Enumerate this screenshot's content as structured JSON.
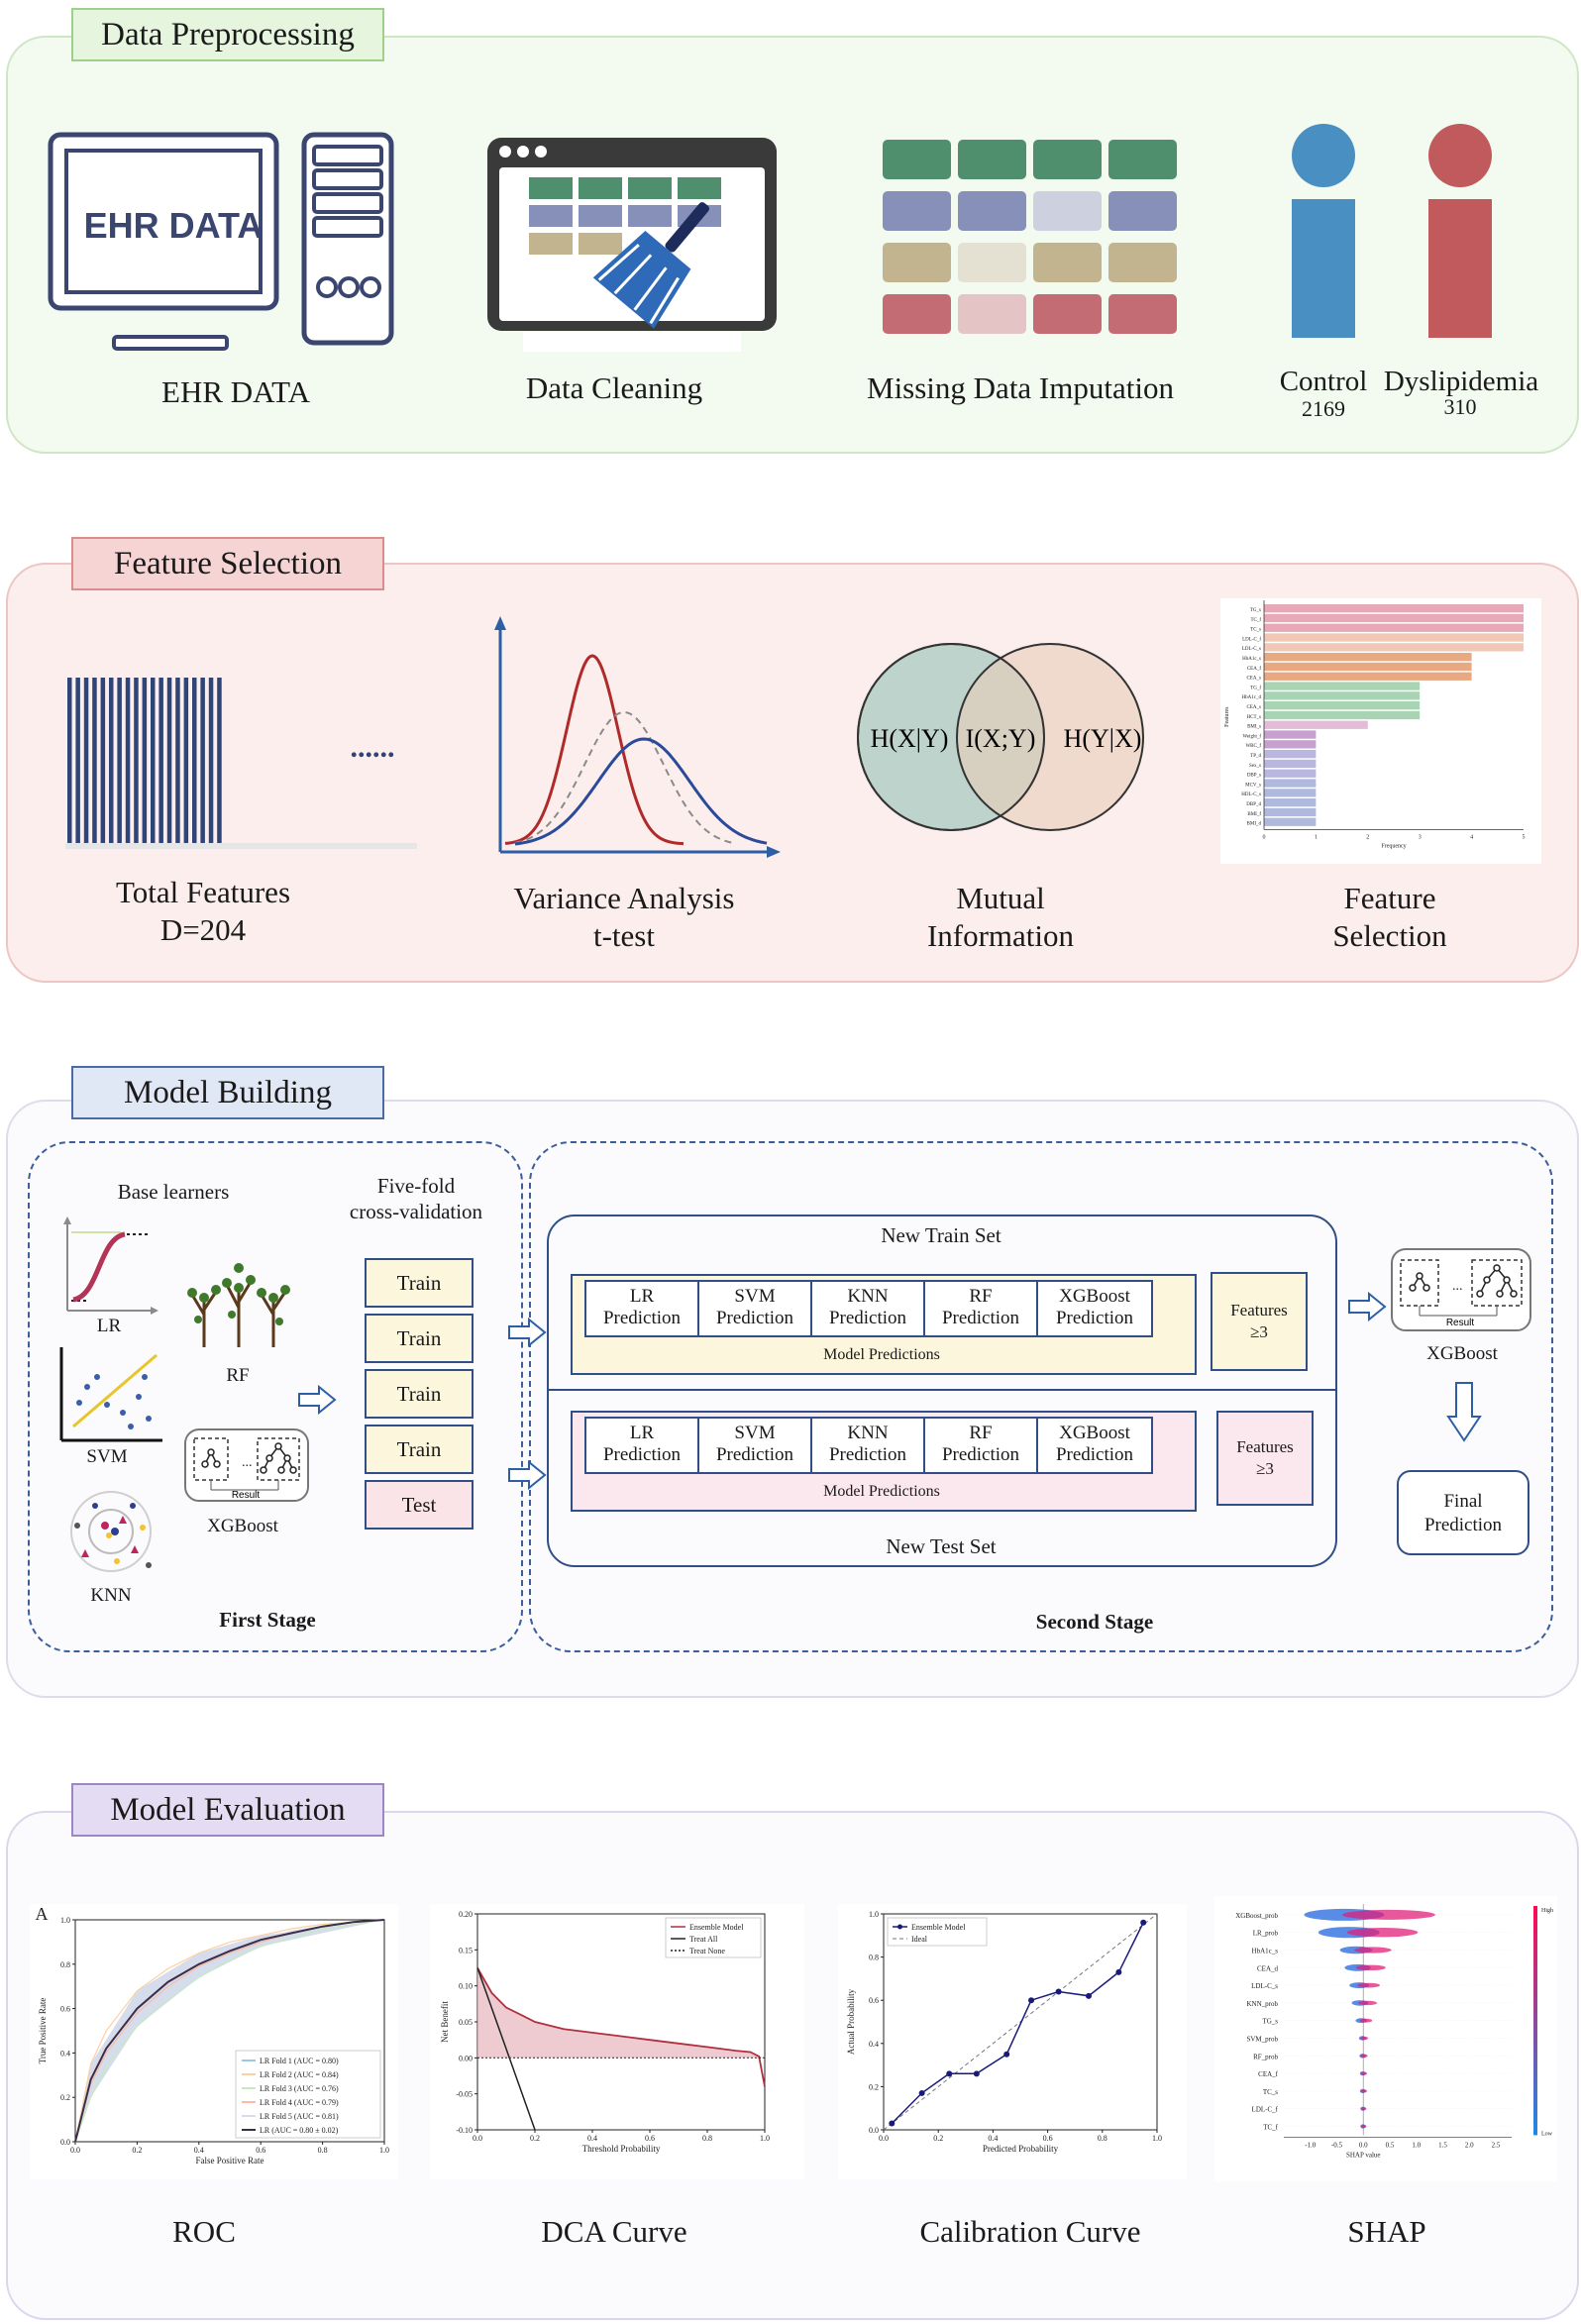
{
  "sections": {
    "preprocessing": {
      "title": "Data Preprocessing",
      "ehr_screen_text": "EHR DATA",
      "captions": [
        "EHR DATA",
        "Data Cleaning",
        "Missing Data Imputation"
      ],
      "groups": [
        {
          "label": "Control",
          "count": "2169",
          "color": "#4a8fc2"
        },
        {
          "label": "Dyslipidemia",
          "count": "310",
          "color": "#c05a5c"
        }
      ]
    },
    "feature_selection": {
      "title": "Feature Selection",
      "total_features": "Total Features",
      "dimension": "D=204",
      "ellipsis": "......",
      "variance_line1": "Variance Analysis",
      "variance_line2": "t-test",
      "venn_left": "H(X|Y)",
      "venn_mid": "I(X;Y)",
      "venn_right": "H(Y|X)",
      "mi_line1": "Mutual",
      "mi_line2": "Information",
      "fs_line1": "Feature",
      "fs_line2": "Selection",
      "freq_chart": {
        "features": [
          "TG_s",
          "TC_f",
          "TC_s",
          "LDL-C_f",
          "LDL-C_s",
          "HbA1c_s",
          "CEA_f",
          "CEA_s",
          "TG_f",
          "HbA1c_d",
          "CEA_s",
          "HCT_s",
          "BMI_s",
          "Weight_f",
          "WBC_f",
          "TP_d",
          "Sex_s",
          "DBP_s",
          "MCV_s",
          "HDL-C_s",
          "DBP_d",
          "BMI_f",
          "BMI_d"
        ],
        "values": [
          5,
          5,
          5,
          5,
          5,
          4,
          4,
          4,
          3,
          3,
          3,
          3,
          2,
          1,
          1,
          1,
          1,
          1,
          1,
          1,
          1,
          1,
          1
        ],
        "xlabel": "Frequency",
        "ylabel": "Features",
        "ticks": [
          "0",
          "1",
          "2",
          "3",
          "4",
          "5"
        ]
      }
    },
    "model_building": {
      "title": "Model Building",
      "base_learners": "Base learners",
      "learners": [
        "LR",
        "RF",
        "SVM",
        "XGBoost",
        "KNN"
      ],
      "result": "Result",
      "cv_line1": "Five-fold",
      "cv_line2": "cross-validation",
      "folds": [
        "Train",
        "Train",
        "Train",
        "Train",
        "Test"
      ],
      "first_stage": "First Stage",
      "second_stage": "Second Stage",
      "new_train_set": "New Train Set",
      "new_test_set": "New Test Set",
      "predictions": [
        {
          "model": "LR",
          "word": "Prediction"
        },
        {
          "model": "SVM",
          "word": "Prediction"
        },
        {
          "model": "KNN",
          "word": "Prediction"
        },
        {
          "model": "RF",
          "word": "Prediction"
        },
        {
          "model": "XGBoost",
          "word": "Prediction"
        }
      ],
      "model_predictions": "Model Predictions",
      "features_line1": "Features",
      "features_line2": "≥3",
      "meta_learner": "XGBoost",
      "final_line1": "Final",
      "final_line2": "Prediction"
    },
    "model_evaluation": {
      "title": "Model Evaluation",
      "captions": [
        "ROC",
        "DCA Curve",
        "Calibration Curve",
        "SHAP"
      ]
    }
  },
  "chart_data": [
    {
      "type": "line",
      "panel_label": "A",
      "xlabel": "False Positive Rate",
      "ylabel": "True Positive Rate",
      "xlim": [
        0,
        1
      ],
      "ylim": [
        0,
        1
      ],
      "ticks": [
        "0.0",
        "0.2",
        "0.4",
        "0.6",
        "0.8",
        "1.0"
      ],
      "series": [
        {
          "name": "LR Fold 1 (AUC = 0.80)",
          "color": "#9ecae1",
          "x": [
            0,
            0.05,
            0.1,
            0.2,
            0.3,
            0.4,
            0.5,
            0.6,
            0.7,
            0.8,
            0.9,
            1
          ],
          "y": [
            0,
            0.28,
            0.42,
            0.6,
            0.72,
            0.8,
            0.86,
            0.9,
            0.94,
            0.97,
            0.99,
            1
          ]
        },
        {
          "name": "LR Fold 2 (AUC = 0.84)",
          "color": "#fdd0a2",
          "x": [
            0,
            0.05,
            0.1,
            0.2,
            0.3,
            0.4,
            0.5,
            0.6,
            0.7,
            0.8,
            0.9,
            1
          ],
          "y": [
            0,
            0.35,
            0.5,
            0.68,
            0.78,
            0.85,
            0.9,
            0.93,
            0.96,
            0.98,
            0.99,
            1
          ]
        },
        {
          "name": "LR Fold 3 (AUC = 0.76)",
          "color": "#c7e9c0",
          "x": [
            0,
            0.05,
            0.1,
            0.2,
            0.3,
            0.4,
            0.5,
            0.6,
            0.7,
            0.8,
            0.9,
            1
          ],
          "y": [
            0,
            0.2,
            0.34,
            0.52,
            0.64,
            0.74,
            0.82,
            0.88,
            0.92,
            0.96,
            0.98,
            1
          ]
        },
        {
          "name": "LR Fold 4 (AUC = 0.79)",
          "color": "#fcbba1",
          "x": [
            0,
            0.05,
            0.1,
            0.2,
            0.3,
            0.4,
            0.5,
            0.6,
            0.7,
            0.8,
            0.9,
            1
          ],
          "y": [
            0,
            0.26,
            0.4,
            0.58,
            0.7,
            0.79,
            0.85,
            0.9,
            0.94,
            0.97,
            0.99,
            1
          ]
        },
        {
          "name": "LR Fold 5 (AUC = 0.81)",
          "color": "#dadaeb",
          "x": [
            0,
            0.05,
            0.1,
            0.2,
            0.3,
            0.4,
            0.5,
            0.6,
            0.7,
            0.8,
            0.9,
            1
          ],
          "y": [
            0,
            0.3,
            0.44,
            0.62,
            0.74,
            0.82,
            0.87,
            0.91,
            0.95,
            0.97,
            0.99,
            1
          ]
        },
        {
          "name": "LR (AUC = 0.80 ± 0.02)",
          "color": "#3b2e4a",
          "x": [
            0,
            0.05,
            0.1,
            0.2,
            0.3,
            0.4,
            0.5,
            0.6,
            0.7,
            0.8,
            0.9,
            1
          ],
          "y": [
            0,
            0.28,
            0.42,
            0.6,
            0.72,
            0.8,
            0.86,
            0.91,
            0.94,
            0.97,
            0.99,
            1
          ]
        }
      ]
    },
    {
      "type": "line",
      "xlabel": "Threshold Probability",
      "ylabel": "Net Benefit",
      "xlim": [
        0,
        1
      ],
      "ylim": [
        -0.1,
        0.2
      ],
      "xticks": [
        "0.0",
        "0.2",
        "0.4",
        "0.6",
        "0.8",
        "1.0"
      ],
      "yticks": [
        "-0.10",
        "-0.05",
        "0.00",
        "0.05",
        "0.10",
        "0.15",
        "0.20"
      ],
      "series": [
        {
          "name": "Ensemble Model",
          "color": "#b03040",
          "x": [
            0,
            0.05,
            0.1,
            0.15,
            0.2,
            0.3,
            0.4,
            0.5,
            0.6,
            0.7,
            0.8,
            0.9,
            0.95,
            0.98,
            1.0
          ],
          "y": [
            0.125,
            0.09,
            0.07,
            0.06,
            0.05,
            0.04,
            0.035,
            0.03,
            0.025,
            0.02,
            0.015,
            0.01,
            0.008,
            0.002,
            -0.04
          ]
        },
        {
          "name": "Treat All",
          "color": "#222222",
          "x": [
            0,
            0.2
          ],
          "y": [
            0.125,
            -0.1
          ]
        },
        {
          "name": "Treat None",
          "color": "#222222",
          "x": [
            0,
            1
          ],
          "y": [
            0,
            0
          ]
        }
      ]
    },
    {
      "type": "line",
      "xlabel": "Predicted Probability",
      "ylabel": "Actual Probability",
      "xlim": [
        0,
        1
      ],
      "ylim": [
        0,
        1
      ],
      "ticks": [
        "0.0",
        "0.2",
        "0.4",
        "0.6",
        "0.8",
        "1.0"
      ],
      "series": [
        {
          "name": "Ensemble Model",
          "color": "#1a1a7a",
          "x": [
            0.03,
            0.14,
            0.24,
            0.34,
            0.45,
            0.54,
            0.64,
            0.75,
            0.86,
            0.95
          ],
          "y": [
            0.03,
            0.17,
            0.26,
            0.26,
            0.35,
            0.6,
            0.64,
            0.62,
            0.73,
            0.96
          ]
        },
        {
          "name": "Ideal",
          "color": "#777777",
          "x": [
            0,
            1
          ],
          "y": [
            0,
            1
          ]
        }
      ]
    },
    {
      "type": "scatter",
      "xlabel": "SHAP value",
      "features": [
        "XGBoost_prob",
        "LR_prob",
        "HbA1c_s",
        "CEA_d",
        "LDL-C_s",
        "KNN_prob",
        "TG_s",
        "SVM_prob",
        "RF_prob",
        "CEA_f",
        "TC_s",
        "LDL-C_f",
        "TC_f"
      ],
      "xticks": [
        "-1.0",
        "-0.5",
        "0.0",
        "0.5",
        "1.0",
        "1.5",
        "2.0",
        "2.5"
      ],
      "legend_high": "High",
      "legend_low": "Low"
    }
  ]
}
